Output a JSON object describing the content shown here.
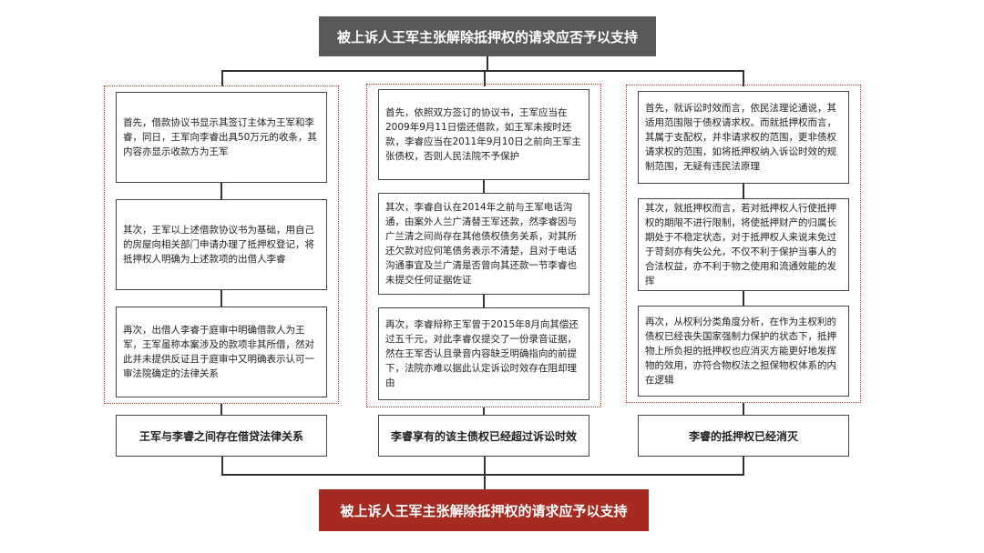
{
  "top_question": "被上诉人王军主张解除抵押权的请求应否予以支持",
  "columns": [
    {
      "cards": [
        "首先，借款协议书显示其签订主体为王军和李睿，同日，王军向李睿出具50万元的收条，其内容亦显示收款方为王军",
        "其次，王军以上述借款协议书为基础，用自己的房屋向相关部门申请办理了抵押权登记，将抵押权人明确为上述款项的出借人李睿",
        "再次，出借人李睿于庭审中明确借款人为王军，王军虽称本案涉及的款项非其所借，然对此并未提供反证且于庭审中又明确表示认可一审法院确定的法律关系"
      ],
      "conclusion": "王军与李睿之间存在借贷法律关系"
    },
    {
      "cards": [
        "首先，依照双方签订的协议书，王军应当在2009年9月11日偿还借款，如王军未按时还款，李睿应当在2011年9月10日之前向王军主张债权，否则人民法院不予保护",
        "其次，李睿自认在2014年之前与王军电话沟通，由案外人兰广清替王军还款，然李睿因与广兰清之间尚存在其他债权债务关系，对其所还欠款对应何笔债务表示不清楚，且对于电话沟通事宜及兰广清是否曾向其还款一节李睿也未提交任何证据佐证",
        "再次，李睿辩称王军曾于2015年8月向其偿还过五千元，对此李睿仅提交了一份录音证据，然在王军否认且录音内容缺乏明确指向的前提下，法院亦难以据此认定诉讼时效存在阻却理由"
      ],
      "conclusion": "李睿享有的该主债权已经超过诉讼时效"
    },
    {
      "cards": [
        "首先，就诉讼时效而言，依民法理论通说，其适用范围限于债权请求权。而就抵押权而言，其属于支配权，并非请求权的范围，更非债权请求权的范围，如将抵押权纳入诉讼时效的规制范围，无疑有违民法原理",
        "其次，就抵押权而言，若对抵押权人行使抵押权的期限不进行限制，将使抵押财产的归属长期处于不稳定状态，对于抵押权人来说未免过于苛刻亦有失公允，不仅不利于保护当事人的合法权益，亦不利于物之使用和流通效能的发挥",
        "再次，从权利分类角度分析，在作为主权利的债权已经丧失国家强制力保护的状态下，抵押物上所负担的抵押权也应消灭方能更好地发挥物的效用，亦符合物权法之担保物权体系的内在逻辑"
      ],
      "conclusion": "李睿的抵押权已经消灭"
    }
  ],
  "final_answer": "被上诉人王军主张解除抵押权的请求应予以支持",
  "colors": {
    "top_box": "#595959",
    "bottom_box": "#a52a22",
    "group_border": "#c0392b"
  }
}
